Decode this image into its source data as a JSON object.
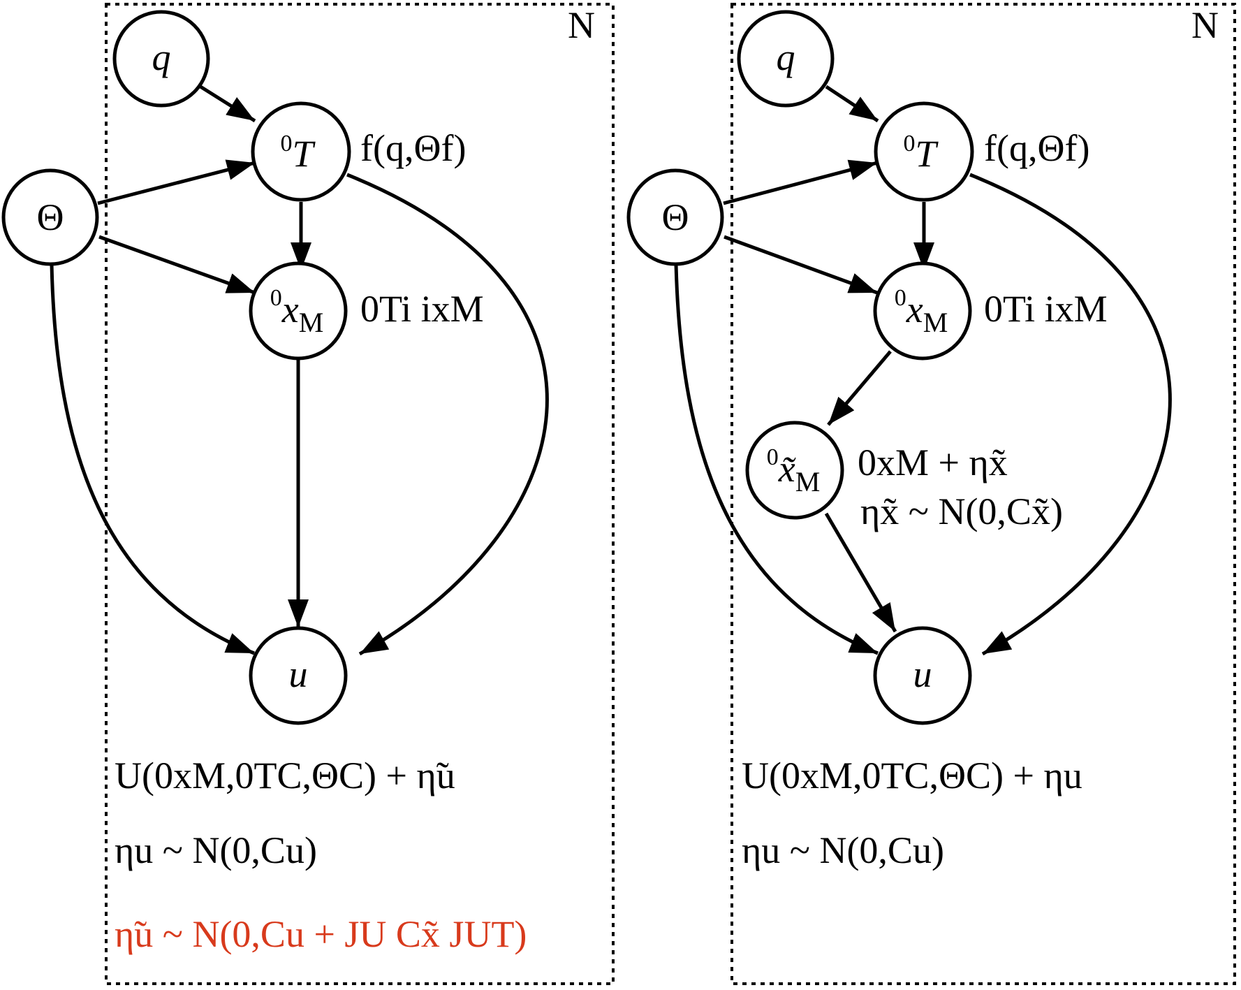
{
  "colors": {
    "ink": "#000000",
    "highlight": "#d83a1c",
    "background": "#ffffff"
  },
  "panels": [
    {
      "plate_label": "N",
      "nodes": {
        "q": "q",
        "theta": "Θ",
        "T": {
          "sup": "0",
          "base": "T"
        },
        "xM": {
          "sup": "0",
          "base": "x",
          "sub": "M"
        },
        "u": "u"
      },
      "annotations": {
        "T_def": "f(q,Θf)",
        "xM_def": "0Ti ixM"
      },
      "equations": [
        "U(0xM,0TC,ΘC) + η̃u",
        "ηu ~ N(0,Cu)",
        "η̃u ~ N(0,Cu + JU Cx̃ JUT)"
      ]
    },
    {
      "plate_label": "N",
      "nodes": {
        "q": "q",
        "theta": "Θ",
        "T": {
          "sup": "0",
          "base": "T"
        },
        "xM": {
          "sup": "0",
          "base": "x",
          "sub": "M"
        },
        "xtM": {
          "sup": "0",
          "base": "x̃",
          "sub": "M"
        },
        "u": "u"
      },
      "annotations": {
        "T_def": "f(q,Θf)",
        "xM_def": "0Ti ixM",
        "xt_def": "0xM + ηx̃",
        "xt_noise": "ηx̃ ~ N(0,Cx̃)"
      },
      "equations": [
        "U(0xM,0TC,ΘC) + ηu",
        "ηu ~ N(0,Cu)"
      ]
    }
  ]
}
